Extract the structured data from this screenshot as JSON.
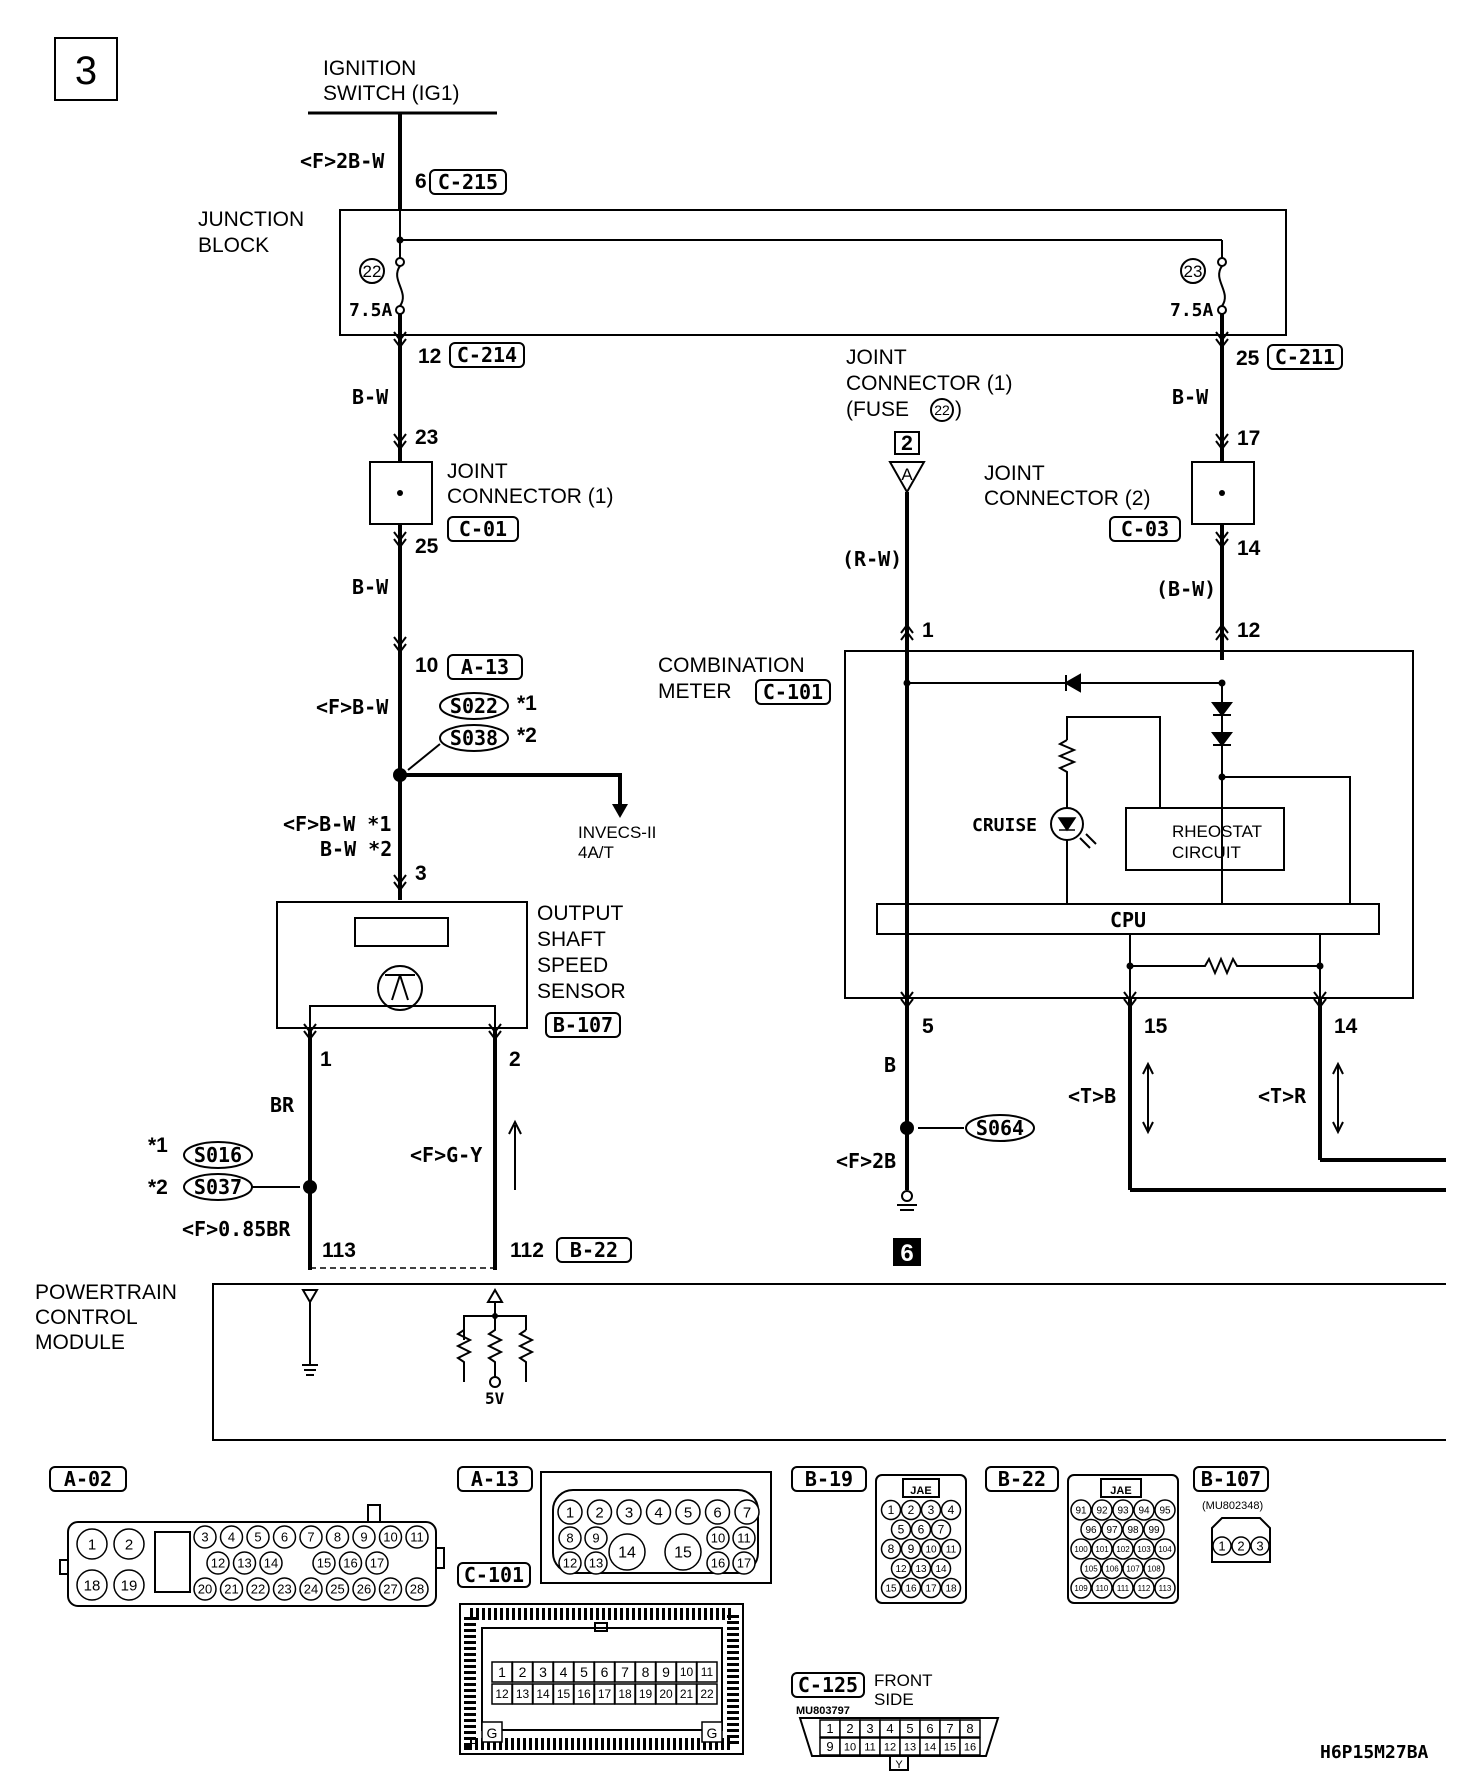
{
  "page_number": "3",
  "figure_code": "H6P15M27BA",
  "ignition": {
    "line1": "IGNITION",
    "line2": "SWITCH (IG1)",
    "wire": "<F>2B-W",
    "pin": "6",
    "conn": "C-215"
  },
  "junction_block": {
    "line1": "JUNCTION",
    "line2": "BLOCK",
    "fuse_left_num": "22",
    "fuse_left_rating": "7.5A",
    "fuse_right_num": "23",
    "fuse_right_rating": "7.5A"
  },
  "left_branch": {
    "pin12": "12",
    "conn_c214": "C-214",
    "wire_bw1": "B-W",
    "pin23": "23",
    "jc_line1": "JOINT",
    "jc_line2": "CONNECTOR (1)",
    "conn_c01": "C-01",
    "pin25": "25",
    "wire_bw2": "B-W",
    "pin10": "10",
    "conn_a13": "A-13",
    "wire_fbw": "<F>B-W",
    "splice1": "S022",
    "splice1_note": "*1",
    "splice2": "S038",
    "splice2_note": "*2",
    "invecs_line1": "INVECS-II",
    "invecs_line2": "4A/T",
    "wire_fbw_note": "<F>B-W *1",
    "wire_bw_note": "B-W *2",
    "pin3": "3"
  },
  "sensor": {
    "line1": "OUTPUT",
    "line2": "SHAFT",
    "line3": "SPEED",
    "line4": "SENSOR",
    "conn": "B-107",
    "pin1": "1",
    "pin2": "2"
  },
  "sensor_wires": {
    "wire_br": "BR",
    "splice3": "S016",
    "splice3_note": "*1",
    "splice4": "S037",
    "splice4_note": "*2",
    "wire_085br": "<F>0.85BR",
    "wire_fgy": "<F>G-Y",
    "pin113": "113",
    "pin112": "112",
    "conn_b22": "B-22"
  },
  "pcm": {
    "line1": "POWERTRAIN",
    "line2": "CONTROL",
    "line3": "MODULE",
    "voltage": "5V"
  },
  "middle": {
    "jc_line1": "JOINT",
    "jc_line2": "CONNECTOR (1)",
    "jc_line3": "(FUSE",
    "fuse_ref": "22",
    "jc_line3_end": ")",
    "box_num": "2",
    "letter": "A",
    "wire_rw": "(R-W)",
    "pin1": "1"
  },
  "right_branch": {
    "pin25": "25",
    "conn_c211": "C-211",
    "wire_bw": "B-W",
    "pin17": "17",
    "jc_line1": "JOINT",
    "jc_line2": "CONNECTOR (2)",
    "conn_c03": "C-03",
    "pin14": "14",
    "wire_bw2": "(B-W)",
    "pin12": "12"
  },
  "combination_meter": {
    "line1": "COMBINATION",
    "line2": "METER",
    "conn": "C-101",
    "cruise": "CRUISE",
    "rheostat_line1": "RHEOSTAT",
    "rheostat_line2": "CIRCUIT",
    "cpu": "CPU",
    "pin5": "5",
    "pin15": "15",
    "pin14": "14"
  },
  "meter_wires": {
    "wire_b": "B",
    "splice5": "S064",
    "wire_f2b": "<F>2B",
    "ground_ref": "6",
    "wire_tb": "<T>B",
    "wire_tr": "<T>R"
  },
  "connectors": {
    "a02": {
      "label": "A-02",
      "pins_top_big": [
        "1",
        "2"
      ],
      "pins_bottom_big": [
        "18",
        "19"
      ],
      "row1": [
        "3",
        "4",
        "5",
        "6",
        "7",
        "8",
        "9",
        "10",
        "11"
      ],
      "row2": [
        "12",
        "13",
        "14",
        "15",
        "16",
        "17"
      ],
      "row3": [
        "20",
        "21",
        "22",
        "23",
        "24",
        "25",
        "26",
        "27",
        "28"
      ]
    },
    "a13": {
      "label": "A-13",
      "row1": [
        "1",
        "2",
        "3",
        "4",
        "5",
        "6",
        "7"
      ],
      "row2": [
        "8",
        "9",
        "10",
        "11"
      ],
      "row3": [
        "12",
        "13",
        "14",
        "15",
        "16",
        "17"
      ]
    },
    "b19": {
      "label": "B-19",
      "tag": "JAE",
      "rows": [
        [
          "1",
          "2",
          "3",
          "4"
        ],
        [
          "5",
          "6",
          "7"
        ],
        [
          "8",
          "9",
          "10",
          "11"
        ],
        [
          "12",
          "13",
          "14"
        ],
        [
          "15",
          "16",
          "17",
          "18"
        ]
      ]
    },
    "b22": {
      "label": "B-22",
      "tag": "JAE",
      "rows": [
        [
          "91",
          "92",
          "93",
          "94",
          "95"
        ],
        [
          "96",
          "97",
          "98",
          "99"
        ],
        [
          "100",
          "101",
          "102",
          "103",
          "104"
        ],
        [
          "105",
          "106",
          "107",
          "108"
        ],
        [
          "109",
          "110",
          "111",
          "112",
          "113"
        ]
      ]
    },
    "b107": {
      "label": "B-107",
      "part": "(MU802348)",
      "pins": [
        "1",
        "2",
        "3"
      ]
    },
    "c101": {
      "label": "C-101",
      "row1": [
        "1",
        "2",
        "3",
        "4",
        "5",
        "6",
        "7",
        "8",
        "9",
        "10",
        "11"
      ],
      "row2": [
        "12",
        "13",
        "14",
        "15",
        "16",
        "17",
        "18",
        "19",
        "20",
        "21",
        "22"
      ],
      "g": "G"
    },
    "c125": {
      "label": "C-125",
      "side_line1": "FRONT",
      "side_line2": "SIDE",
      "part": "MU803797",
      "row1": [
        "1",
        "2",
        "3",
        "4",
        "5",
        "6",
        "7",
        "8"
      ],
      "row2": [
        "9",
        "10",
        "11",
        "12",
        "13",
        "14",
        "15",
        "16"
      ],
      "y": "Y"
    }
  }
}
